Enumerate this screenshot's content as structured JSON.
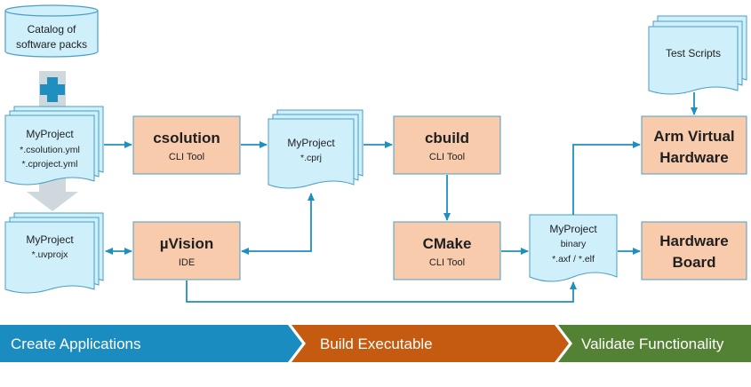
{
  "colors": {
    "doc_fill": "#cfeffb",
    "doc_stroke": "#4a9fc4",
    "tool_fill": "#f8cbad",
    "tool_stroke": "#4a9fc4",
    "arrow": "#1f8fbf",
    "big_arrow": "#cfd8dc",
    "plus": "#1f8fbf",
    "stage1": "#1a8cc0",
    "stage2": "#c55a11",
    "stage3": "#548235"
  },
  "nodes": {
    "catalog": {
      "line1": "Catalog of",
      "line2": "software packs"
    },
    "myproject_yml": {
      "title": "MyProject",
      "line1": "*.csolution.yml",
      "line2": "*.cproject.yml"
    },
    "myproject_uvprojx": {
      "title": "MyProject",
      "line1": "*.uvprojx"
    },
    "csolution": {
      "title": "csolution",
      "subtitle": "CLI Tool"
    },
    "uvision": {
      "title": "µVision",
      "subtitle": "IDE"
    },
    "myproject_cprj": {
      "title": "MyProject",
      "line1": "*.cprj"
    },
    "cbuild": {
      "title": "cbuild",
      "subtitle": "CLI Tool"
    },
    "cmake": {
      "title": "CMake",
      "subtitle": "CLI Tool"
    },
    "myproject_binary": {
      "title": "MyProject",
      "line1": "binary",
      "line2": "*.axf / *.elf"
    },
    "test_scripts": {
      "title": "Test Scripts"
    },
    "avh": {
      "line1": "Arm Virtual",
      "line2": "Hardware"
    },
    "hw_board": {
      "line1": "Hardware",
      "line2": "Board"
    }
  },
  "stages": [
    {
      "label": "Create Applications"
    },
    {
      "label": "Build Executable"
    },
    {
      "label": "Validate Functionality"
    }
  ]
}
